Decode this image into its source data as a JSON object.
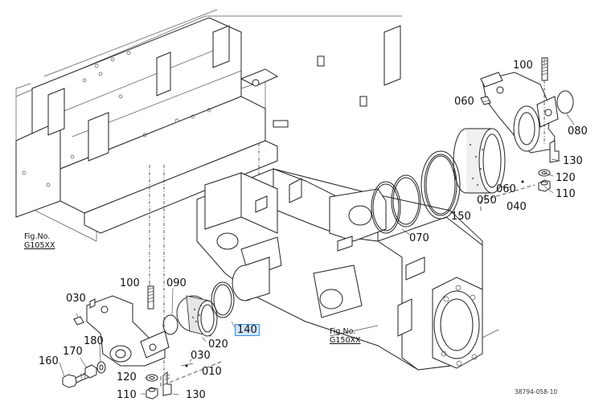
{
  "diagram": {
    "parts": {
      "p100_top": "100",
      "p060_a": "060",
      "p080": "080",
      "p130_right": "130",
      "p120_right": "120",
      "p110_right": "110",
      "p060_b": "060",
      "p040": "040",
      "p050": "050",
      "p150": "150",
      "p070": "070",
      "p100_left": "100",
      "p090": "090",
      "p030_a": "030",
      "p180": "180",
      "p170": "170",
      "p160": "160",
      "p140": "140",
      "p020": "020",
      "p030_b": "030",
      "p010": "010",
      "p120_left": "120",
      "p110_left": "110",
      "p130_left": "130"
    },
    "figure_refs": {
      "left": {
        "label": "Fig.No.",
        "ref": "G105XX"
      },
      "right": {
        "label": "Fig.No.",
        "ref": "G150XX"
      }
    },
    "drawing_number": "38794-058-10",
    "selected_part": "140"
  }
}
